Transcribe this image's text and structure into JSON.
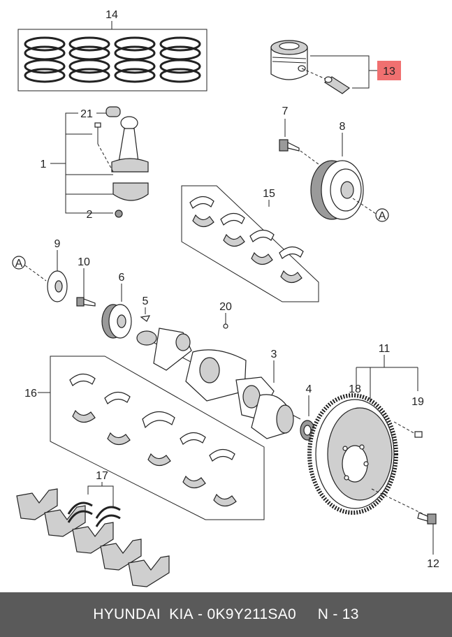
{
  "footer": {
    "brand": "HYUNDAI  KIA",
    "separator": " - ",
    "part_number": "0K9Y211SA0",
    "callout_ref": "N - 13"
  },
  "callouts": {
    "c1": "1",
    "c2": "2",
    "c3": "3",
    "c4": "4",
    "c5": "5",
    "c6": "6",
    "c7": "7",
    "c8": "8",
    "c9": "9",
    "c10": "10",
    "c11": "11",
    "c12": "12",
    "c13": "13",
    "c14": "14",
    "c15": "15",
    "c16": "16",
    "c17": "17",
    "c18": "18",
    "c19": "19",
    "c20": "20",
    "c21": "21",
    "refA1": "A",
    "refA2": "A"
  },
  "highlight": {
    "callout": "13",
    "color": "#f07070"
  }
}
